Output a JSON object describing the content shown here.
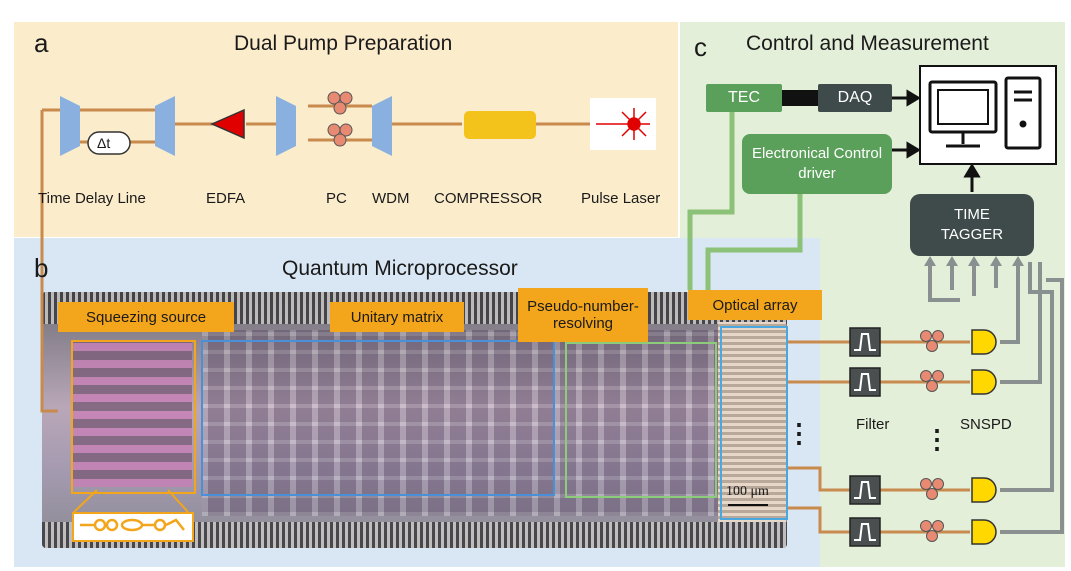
{
  "panel_a": {
    "letter": "a",
    "title": "Dual Pump Preparation",
    "labels": {
      "time_delay_line": "Time Delay Line",
      "edfa": "EDFA",
      "pc": "PC",
      "wdm": "WDM",
      "compressor": "COMPRESSOR",
      "pulse_laser": "Pulse Laser",
      "delay_symbol": "Δt"
    }
  },
  "panel_b": {
    "letter": "b",
    "title": "Quantum Microprocessor",
    "tags": {
      "squeezing_source": "Squeezing source",
      "unitary_matrix": "Unitary matrix",
      "pseudo_number_resolving": "Pseudo-number-resolving",
      "optical_array": "Optical array"
    },
    "scale_bar": "100 μm"
  },
  "panel_c": {
    "letter": "c",
    "title": "Control and Measurement",
    "boxes": {
      "tec": "TEC",
      "daq": "DAQ",
      "control_driver": "Electronical Control driver",
      "time_tagger": "TIME TAGGER"
    },
    "labels": {
      "filter": "Filter",
      "snspd": "SNSPD",
      "dots": "⋮"
    }
  },
  "colors": {
    "panel_a_bg": "#fbeccc",
    "panel_b_bg": "#d9e6f3",
    "panel_c_bg": "#e3efd9",
    "fiber": "#c98a4e",
    "orange_tag": "#f3a51b",
    "green_box": "#5aa05a",
    "dark_box": "#3f4a4a",
    "detector": "#ffd800",
    "edfa": "#e00000",
    "wdm_blue": "#8ab0e0"
  }
}
